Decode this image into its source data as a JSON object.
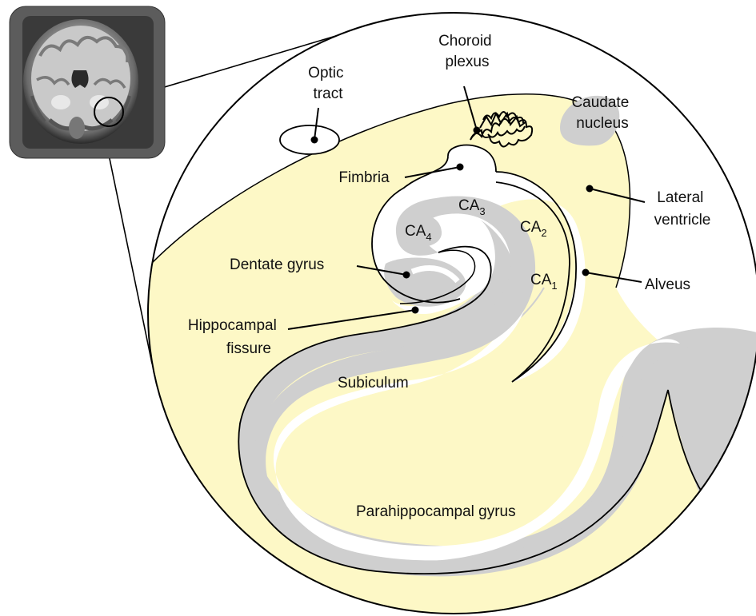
{
  "labels": {
    "optic_tract": [
      "Optic",
      "tract"
    ],
    "choroid_plexus": [
      "Choroid",
      "plexus"
    ],
    "caudate_nucleus": [
      "Caudate",
      "nucleus"
    ],
    "fimbria": "Fimbria",
    "lateral_ventricle": [
      "Lateral",
      "ventricle"
    ],
    "dentate_gyrus": "Dentate gyrus",
    "alveus": "Alveus",
    "hippocampal_fissure": [
      "Hippocampal",
      "fissure"
    ],
    "subiculum": "Subiculum",
    "parahippocampal_gyrus": "Parahippocampal gyrus",
    "ca3": {
      "base": "CA",
      "sub": "3"
    },
    "ca4": {
      "base": "CA",
      "sub": "4"
    },
    "ca2": {
      "base": "CA",
      "sub": "2"
    },
    "ca1": {
      "base": "CA",
      "sub": "1"
    }
  },
  "colors": {
    "white_matter": "#fdf8c6",
    "gray_matter": "#cfcfcf",
    "outline": "#000000",
    "inset_frame": "#5c5c5c"
  },
  "inset": {
    "description_icon": "brain-mri-coronal-icon"
  }
}
